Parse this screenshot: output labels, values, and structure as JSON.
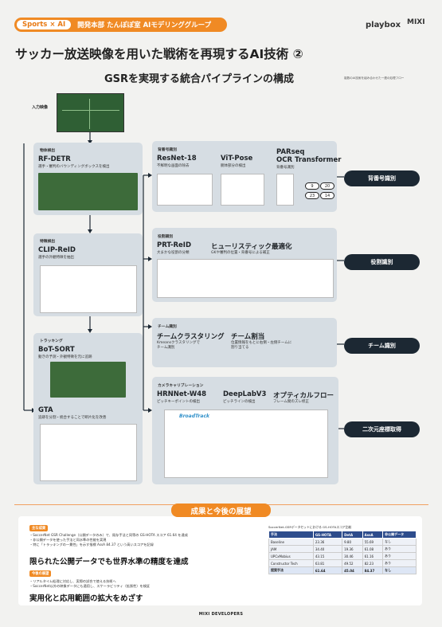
{
  "header": {
    "badge_pill": "Sports × AI",
    "badge_text": "開発本部 たんぽぽ室 AIモデリンググループ",
    "logo_playbox": "playbox",
    "logo_mixi": "MIXI"
  },
  "title": "サッカー放送映像を用いた戦術を再現するAI技術 ②",
  "subtitle": "GSRを実現する統合パイプラインの構成",
  "subtitle_note": "複数のAI技術を組み合わせた一連の処理フロー",
  "input_label": "入力映像",
  "left_modules": [
    {
      "tag": "物体検出",
      "title": "RF-DETR",
      "desc": "選手・審判のバウンディングボックスを検出"
    },
    {
      "tag": "特徴検出",
      "title": "CLIP-ReID",
      "desc": "選手の外観特徴を抽出"
    },
    {
      "tag": "トラッキング",
      "title": "BoT-SORT",
      "desc": "動きの予測・外観特徴を元に追跡",
      "title2": "GTA",
      "desc2": "追跡を分割・統合することで断片化を改善"
    }
  ],
  "jersey": {
    "tag": "背番号識別",
    "m1_title": "ResNet-18",
    "m1_desc": "不鮮明な画面の除去",
    "m2_title": "ViT-Pose",
    "m2_desc": "胴体部分の検出",
    "m3_title": "PARseq",
    "m3_title2": "OCR Transformer",
    "m3_desc": "背番号識別",
    "numbers": [
      "9",
      "20",
      "23",
      "14"
    ]
  },
  "role": {
    "tag": "役割識別",
    "m1_title": "PRT-ReID",
    "m1_desc": "大まかな役割の分類",
    "m2_title": "ヒューリスティック最適化",
    "m2_desc": "GKや審判の位置・背番号による補正"
  },
  "team": {
    "tag": "チーム識別",
    "m1_title": "チームクラスタリング",
    "m1_desc": "Kmeansクラスタリングで",
    "m1_desc2": "チーム識別",
    "m2_title": "チーム割当",
    "m2_desc": "位置情報をもとに右側・左側チームに",
    "m2_desc2": "割り当てる"
  },
  "calib": {
    "tag": "カメラキャリブレーション",
    "m1_title": "HRNNet-W48",
    "m1_desc": "ピッチキーポイントの検出",
    "m2_title": "DeepLabV3",
    "m2_desc": "ピッチラインの検出",
    "m3_title": "オプティカルフロー",
    "m3_desc": "フレーム間のズレ修正",
    "fig_label": "BroadTrack"
  },
  "outputs": [
    "背番号識別",
    "役割識別",
    "チーム識別",
    "二次元座標取得"
  ],
  "results": {
    "title": "成果と今後の展望",
    "main_tag": "主な成果",
    "bullets": [
      "・SoccerNet GSR Challenge（公開データのみ）で、既存手法と同等の GS-HOTA スコア 61.64 を達成",
      "・非公開データを使った手法と同水準の性能を実現",
      "・特に「トラッキングの一貫性」を示す指標 AssA 84.37 という高いスコアを記録"
    ],
    "headline1": "限られた公開データでも世界水準の精度を達成",
    "future_tag": "今後の展望",
    "future_bullets": [
      "・リアルタイム処理に対応し、実際の試合で使える技術へ",
      "・SoccerNet以外の映像データにも適用し、スケーラビリティ（拡張性）を検証"
    ],
    "headline2": "実用化と応用範囲の拡大をめざす"
  },
  "table": {
    "caption": "SoccerNet-GSRデータセットにおける GS-HOTAスコア比較",
    "headers": [
      "手法",
      "GS-HOTA",
      "DetA",
      "AssA",
      "非公開データ"
    ],
    "rows": [
      [
        "Baseline",
        "23.36",
        "9.80",
        "55.69",
        "なし"
      ],
      [
        "JAM",
        "34.40",
        "19.36",
        "61.08",
        "あり"
      ],
      [
        "UPCxMobius",
        "43.15",
        "30.46",
        "61.16",
        "あり"
      ],
      [
        "Constructor Tech",
        "63.81",
        "49.52",
        "82.23",
        "あり"
      ],
      [
        "提案手法",
        "61.64",
        "45.04",
        "84.37",
        "なし"
      ]
    ]
  },
  "footer": "MIXI DEVELOPERS",
  "colors": {
    "accent": "#f08a24",
    "dark": "#1c2833",
    "panel": "#d6dde3",
    "table_header": "#2d4c8c"
  }
}
